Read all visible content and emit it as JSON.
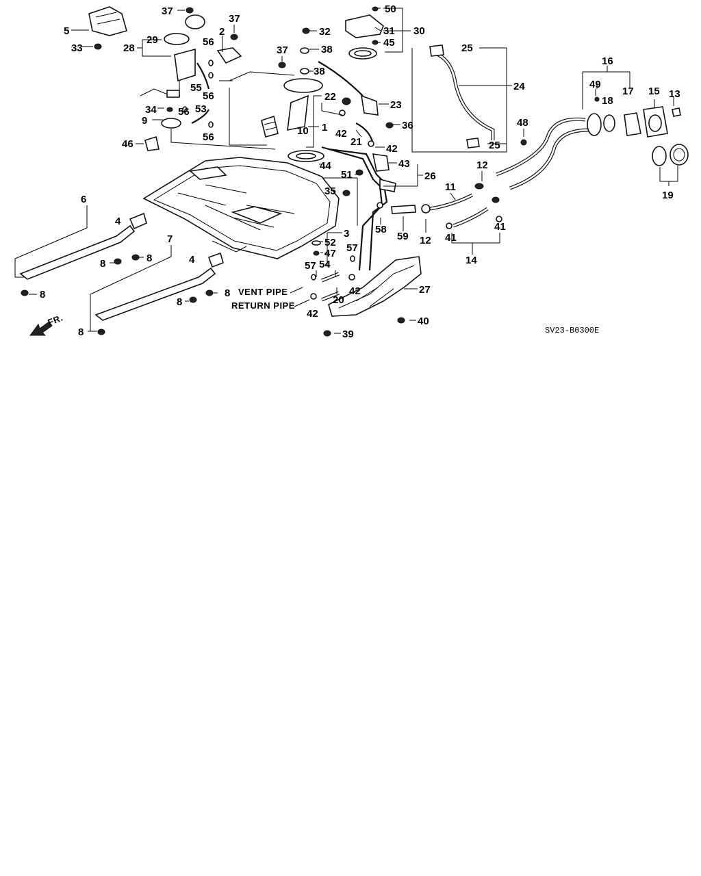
{
  "diagram": {
    "code": "SV23-B0300E",
    "direction_label": "FR.",
    "annotations": {
      "vent_pipe": "VENT PIPE",
      "return_pipe": "RETURN PIPE"
    },
    "callouts": [
      {
        "id": "c1",
        "text": "1"
      },
      {
        "id": "c2",
        "text": "2"
      },
      {
        "id": "c3",
        "text": "3"
      },
      {
        "id": "c4a",
        "text": "4"
      },
      {
        "id": "c4b",
        "text": "4"
      },
      {
        "id": "c5",
        "text": "5"
      },
      {
        "id": "c6",
        "text": "6"
      },
      {
        "id": "c7",
        "text": "7"
      },
      {
        "id": "c8a",
        "text": "8"
      },
      {
        "id": "c8b",
        "text": "8"
      },
      {
        "id": "c8c",
        "text": "8"
      },
      {
        "id": "c8d",
        "text": "8"
      },
      {
        "id": "c8e",
        "text": "8"
      },
      {
        "id": "c8f",
        "text": "8"
      },
      {
        "id": "c9",
        "text": "9"
      },
      {
        "id": "c10",
        "text": "10"
      },
      {
        "id": "c11",
        "text": "11"
      },
      {
        "id": "c12a",
        "text": "12"
      },
      {
        "id": "c12b",
        "text": "12"
      },
      {
        "id": "c13",
        "text": "13"
      },
      {
        "id": "c14",
        "text": "14"
      },
      {
        "id": "c15",
        "text": "15"
      },
      {
        "id": "c16",
        "text": "16"
      },
      {
        "id": "c17",
        "text": "17"
      },
      {
        "id": "c18",
        "text": "18"
      },
      {
        "id": "c19",
        "text": "19"
      },
      {
        "id": "c20",
        "text": "20"
      },
      {
        "id": "c21",
        "text": "21"
      },
      {
        "id": "c22",
        "text": "22"
      },
      {
        "id": "c23",
        "text": "23"
      },
      {
        "id": "c24",
        "text": "24"
      },
      {
        "id": "c25a",
        "text": "25"
      },
      {
        "id": "c25b",
        "text": "25"
      },
      {
        "id": "c26",
        "text": "26"
      },
      {
        "id": "c27",
        "text": "27"
      },
      {
        "id": "c28",
        "text": "28"
      },
      {
        "id": "c29",
        "text": "29"
      },
      {
        "id": "c30",
        "text": "30"
      },
      {
        "id": "c31",
        "text": "31"
      },
      {
        "id": "c32",
        "text": "32"
      },
      {
        "id": "c33",
        "text": "33"
      },
      {
        "id": "c34",
        "text": "34"
      },
      {
        "id": "c35",
        "text": "35"
      },
      {
        "id": "c36",
        "text": "36"
      },
      {
        "id": "c37a",
        "text": "37"
      },
      {
        "id": "c37b",
        "text": "37"
      },
      {
        "id": "c37c",
        "text": "37"
      },
      {
        "id": "c38a",
        "text": "38"
      },
      {
        "id": "c38b",
        "text": "38"
      },
      {
        "id": "c39",
        "text": "39"
      },
      {
        "id": "c40",
        "text": "40"
      },
      {
        "id": "c41a",
        "text": "41"
      },
      {
        "id": "c41b",
        "text": "41"
      },
      {
        "id": "c42a",
        "text": "42"
      },
      {
        "id": "c42b",
        "text": "42"
      },
      {
        "id": "c42c",
        "text": "42"
      },
      {
        "id": "c42d",
        "text": "42"
      },
      {
        "id": "c43",
        "text": "43"
      },
      {
        "id": "c44",
        "text": "44"
      },
      {
        "id": "c45",
        "text": "45"
      },
      {
        "id": "c46",
        "text": "46"
      },
      {
        "id": "c47",
        "text": "47"
      },
      {
        "id": "c48",
        "text": "48"
      },
      {
        "id": "c49",
        "text": "49"
      },
      {
        "id": "c50",
        "text": "50"
      },
      {
        "id": "c51",
        "text": "51"
      },
      {
        "id": "c52",
        "text": "52"
      },
      {
        "id": "c53",
        "text": "53"
      },
      {
        "id": "c54",
        "text": "54"
      },
      {
        "id": "c55",
        "text": "55"
      },
      {
        "id": "c56a",
        "text": "56"
      },
      {
        "id": "c56b",
        "text": "56"
      },
      {
        "id": "c56c",
        "text": "56"
      },
      {
        "id": "c56d",
        "text": "56"
      },
      {
        "id": "c57a",
        "text": "57"
      },
      {
        "id": "c57b",
        "text": "57"
      },
      {
        "id": "c58",
        "text": "58"
      },
      {
        "id": "c59",
        "text": "59"
      }
    ]
  }
}
